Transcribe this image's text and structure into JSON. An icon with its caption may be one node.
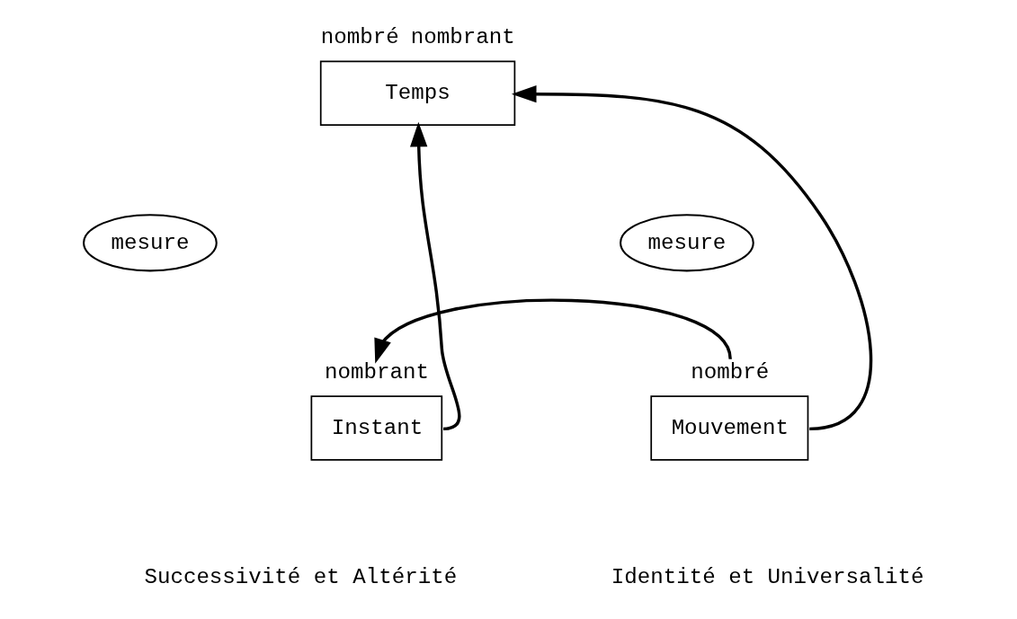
{
  "diagram": {
    "nodes": [
      {
        "text": [
          "Temps"
        ],
        "beside": [
          "nombré",
          "nombrant"
        ]
      },
      {
        "text": [
          "mesure"
        ]
      },
      {
        "text": [
          "mesure"
        ]
      },
      {
        "text": [
          "Instant"
        ],
        "beside": [
          "nombrant"
        ]
      },
      {
        "text": [
          "Mouvement"
        ],
        "beside": [
          "nombré"
        ]
      }
    ],
    "edges": [
      {
        "from": 3,
        "to": 0,
        "arrow": "to"
      },
      {
        "from": 4,
        "to": 0,
        "arrow": "to"
      },
      {
        "from": 4,
        "to": 3,
        "arrow": "to"
      }
    ],
    "labels": [
      "Successivité et Altérité",
      "Identité et Universalité"
    ]
  }
}
